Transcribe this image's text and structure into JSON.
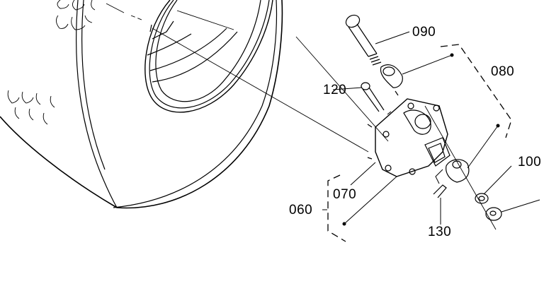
{
  "diagram": {
    "callouts": [
      {
        "id": "090"
      },
      {
        "id": "080"
      },
      {
        "id": "120"
      },
      {
        "id": "100"
      },
      {
        "id": "070"
      },
      {
        "id": "060"
      },
      {
        "id": "130"
      }
    ],
    "line_color": "#000000",
    "background": "#ffffff"
  }
}
